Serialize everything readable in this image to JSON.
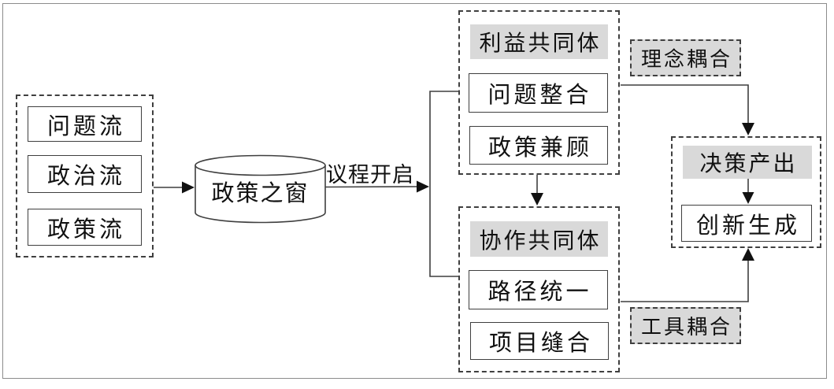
{
  "streams": {
    "items": [
      "问题流",
      "政治流",
      "政策流"
    ]
  },
  "policy_window": {
    "label": "政策之窗"
  },
  "agenda": {
    "label": "议程开启"
  },
  "interest_community": {
    "title": "利益共同体",
    "items": [
      "问题整合",
      "政策兼顾"
    ]
  },
  "collaboration_community": {
    "title": "协作共同体",
    "items": [
      "路径统一",
      "项目缝合"
    ]
  },
  "couplings": {
    "concept": "理念耦合",
    "tool": "工具耦合"
  },
  "decision_output": {
    "title": "决策产出",
    "items": [
      "创新生成"
    ]
  },
  "colors": {
    "gray_fill": "#d9d9d9",
    "line": "#3f3f3f",
    "frame_border": "#8c8c8c",
    "background": "#ffffff",
    "text": "#111111"
  }
}
